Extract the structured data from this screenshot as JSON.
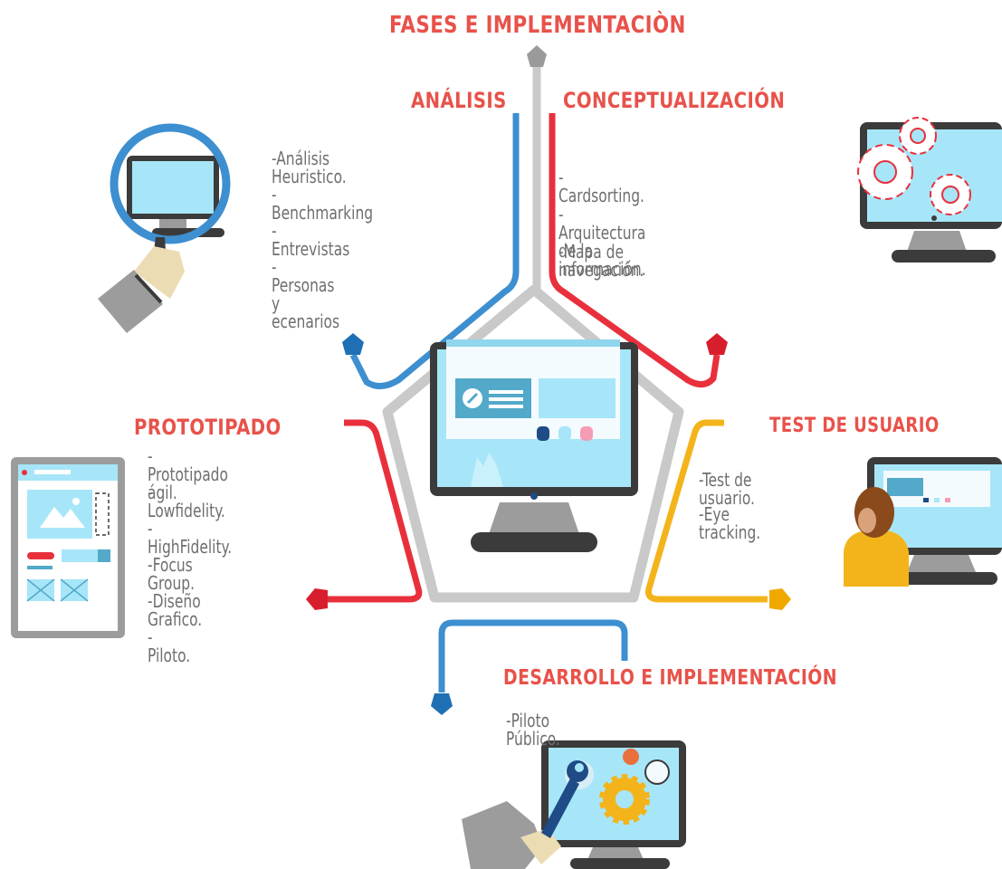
{
  "title": "FASES E IMPLEMENTACIÒN",
  "colors": {
    "blue": "#3d8fd0",
    "red": "#e8303c",
    "yellow": "#f3b41b",
    "gray": "#c9c9c9",
    "screen": "#a7e6f8",
    "heading": "#e8524a",
    "text": "#6f6f6f"
  },
  "phases": {
    "analisis": {
      "heading": "ANÁLISIS",
      "items": [
        "-Análisis Heuristico.",
        "-Benchmarking",
        "-Entrevistas",
        "-Personas y ecenarios"
      ]
    },
    "conceptualizacion": {
      "heading": "CONCEPTUALIZACIÓN",
      "items": [
        "-Cardsorting.",
        "-Arquitectura de la información.",
        "-Mapa de navegación."
      ]
    },
    "prototipado": {
      "heading": "PROTOTIPADO",
      "items": [
        "-Prototipado ágil.",
        "-Lowfidelity.",
        "-HighFidelity.",
        "-Focus Group.",
        "-Diseño Grafico.",
        "-Piloto."
      ]
    },
    "test": {
      "heading": "TEST DE USUARIO",
      "items": [
        "-Test de usuario.",
        "-Eye tracking."
      ]
    },
    "desarrollo": {
      "heading": "DESARROLLO E IMPLEMENTACIÓN",
      "items": [
        "-Piloto Público."
      ]
    }
  },
  "illustrations": [
    "magnifier-monitor-icon",
    "gears-monitor-icon",
    "tablet-wireframe-icon",
    "user-testing-monitor-icon",
    "wrench-gears-monitor-icon",
    "central-monitor-icon"
  ]
}
